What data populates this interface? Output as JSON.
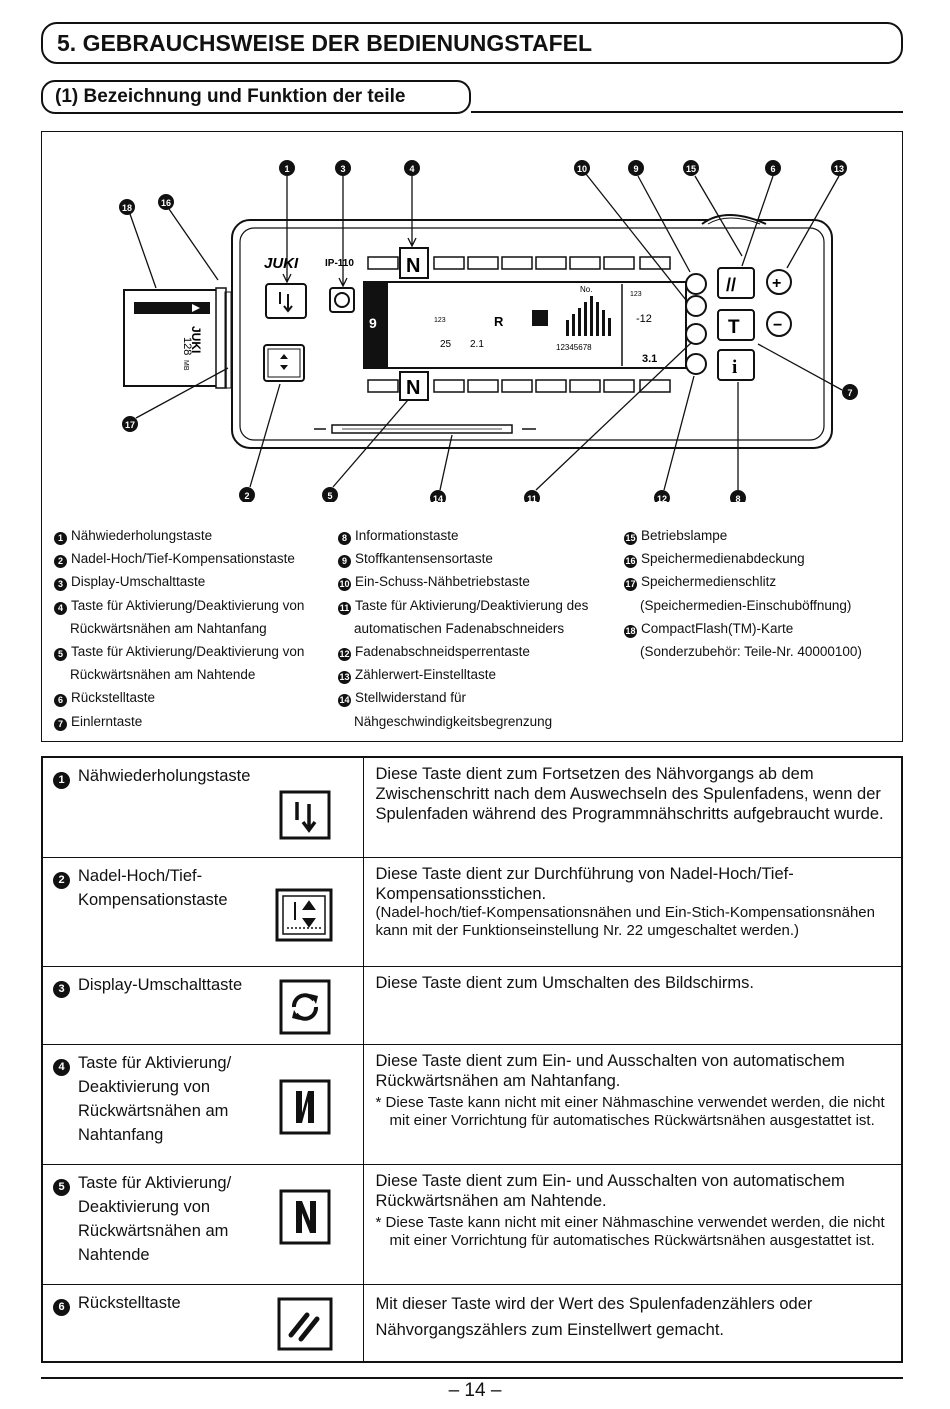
{
  "header": {
    "section_title": "5. GEBRAUCHSWEISE DER BEDIENUNGSTAFEL",
    "subsection_title": "(1) Bezeichnung und Funktion der teile"
  },
  "figure": {
    "brand": "JUKI",
    "model": "IP-110",
    "card_capacity": "128",
    "card_unit": "MB",
    "screen": {
      "pattern_number": "9",
      "value_left": "25",
      "value_right": "2.1",
      "small_label": "123",
      "label_r": "R",
      "no_label": "No.",
      "counter_value": "-12",
      "speed_value": "3.1",
      "step_digits": "12345678"
    },
    "key_glyphs": {
      "reset": "//",
      "teach": "T",
      "info": "i",
      "plus": "+",
      "minus": "−"
    },
    "callouts": [
      "1",
      "3",
      "4",
      "10",
      "9",
      "15",
      "6",
      "13",
      "18",
      "16",
      "7",
      "17",
      "2",
      "5",
      "14",
      "11",
      "12",
      "8"
    ]
  },
  "legend": {
    "col1": [
      {
        "n": "1",
        "lines": [
          "Nähwiederholungstaste"
        ]
      },
      {
        "n": "2",
        "lines": [
          "Nadel-Hoch/Tief-Kompensationstaste"
        ]
      },
      {
        "n": "3",
        "lines": [
          "Display-Umschalttaste"
        ]
      },
      {
        "n": "4",
        "lines": [
          "Taste für Aktivierung/Deaktivierung von",
          "Rückwärtsnähen am Nahtanfang"
        ]
      },
      {
        "n": "5",
        "lines": [
          "Taste für Aktivierung/Deaktivierung von",
          "Rückwärtsnähen am Nahtende"
        ]
      },
      {
        "n": "6",
        "lines": [
          "Rückstelltaste"
        ]
      },
      {
        "n": "7",
        "lines": [
          "Einlerntaste"
        ]
      }
    ],
    "col2": [
      {
        "n": "8",
        "lines": [
          "Informationstaste"
        ]
      },
      {
        "n": "9",
        "lines": [
          "Stoffkantensensortaste"
        ]
      },
      {
        "n": "10",
        "lines": [
          "Ein-Schuss-Nähbetriebstaste"
        ]
      },
      {
        "n": "11",
        "lines": [
          "Taste für Aktivierung/Deaktivierung des",
          "automatischen Fadenabschneiders"
        ]
      },
      {
        "n": "12",
        "lines": [
          "Fadenabschneidsperrentaste"
        ]
      },
      {
        "n": "13",
        "lines": [
          "Zählerwert-Einstelltaste"
        ]
      },
      {
        "n": "14",
        "lines": [
          "Stellwiderstand für",
          "Nähgeschwindigkeitsbegrenzung"
        ]
      }
    ],
    "col3": [
      {
        "n": "15",
        "lines": [
          "Betriebslampe"
        ]
      },
      {
        "n": "16",
        "lines": [
          "Speichermedienabdeckung"
        ]
      },
      {
        "n": "17",
        "lines": [
          "Speichermedienschlitz",
          "(Speichermedien-Einschuböffnung)"
        ]
      },
      {
        "n": "18",
        "lines": [
          "CompactFlash(TM)-Karte",
          "(Sonderzubehör: Teile-Nr. 40000100)"
        ]
      }
    ]
  },
  "table": {
    "rows": [
      {
        "n": "1",
        "name": "Nähwiederholungstaste",
        "icon": "bobbin-rewind-icon",
        "desc": "Diese Taste dient zum Fortsetzen des Nähvorgangs ab dem Zwischenschritt nach dem Auswechseln des Spulenfadens, wenn der Spulenfaden während des Programmnähschritts aufgebraucht wurde."
      },
      {
        "n": "2",
        "name": "Nadel-Hoch/Tief-Kompensationstaste",
        "icon": "needle-up-down-icon",
        "desc": "Diese Taste dient zur Durchführung von Nadel-Hoch/Tief-Kompensationsstichen.",
        "desc_small": "(Nadel-hoch/tief-Kompensationsnähen und Ein-Stich-Kompensationsnähen kann mit der Funktionseinstellung Nr. 22 umgeschaltet werden.)"
      },
      {
        "n": "3",
        "name": "Display-Umschalttaste",
        "icon": "display-toggle-icon",
        "desc": "Diese Taste dient zum Umschalten des Bildschirms."
      },
      {
        "n": "4",
        "name": "Taste für Aktivierung/ Deaktivierung von Rückwärtsnähen am Nahtanfang",
        "icon": "reverse-start-icon",
        "desc": "Diese Taste dient zum Ein- und Ausschalten von automatischem Rückwärtsnähen am Nahtanfang.",
        "note": "* Diese Taste kann nicht mit einer Nähmaschine verwendet werden, die nicht mit einer Vorrichtung für automatisches Rückwärtsnähen ausgestattet ist."
      },
      {
        "n": "5",
        "name": "Taste für Aktivierung/ Deaktivierung von Rückwärtsnähen am Nahtende",
        "icon": "reverse-end-icon",
        "desc": "Diese Taste dient zum Ein- und Ausschalten von automatischem Rückwärtsnähen am Nahtende.",
        "note": "* Diese Taste kann nicht mit einer Nähmaschine verwendet werden, die nicht mit einer Vorrichtung für automatisches Rückwärtsnähen ausgestattet ist."
      },
      {
        "n": "6",
        "name": "Rückstelltaste",
        "icon": "reset-icon",
        "desc": "Mit dieser Taste wird der Wert des Spulenfadenzählers oder Nähvorgangszählers zum Einstellwert gemacht."
      }
    ]
  },
  "footer": {
    "page_number": "– 14 –"
  }
}
